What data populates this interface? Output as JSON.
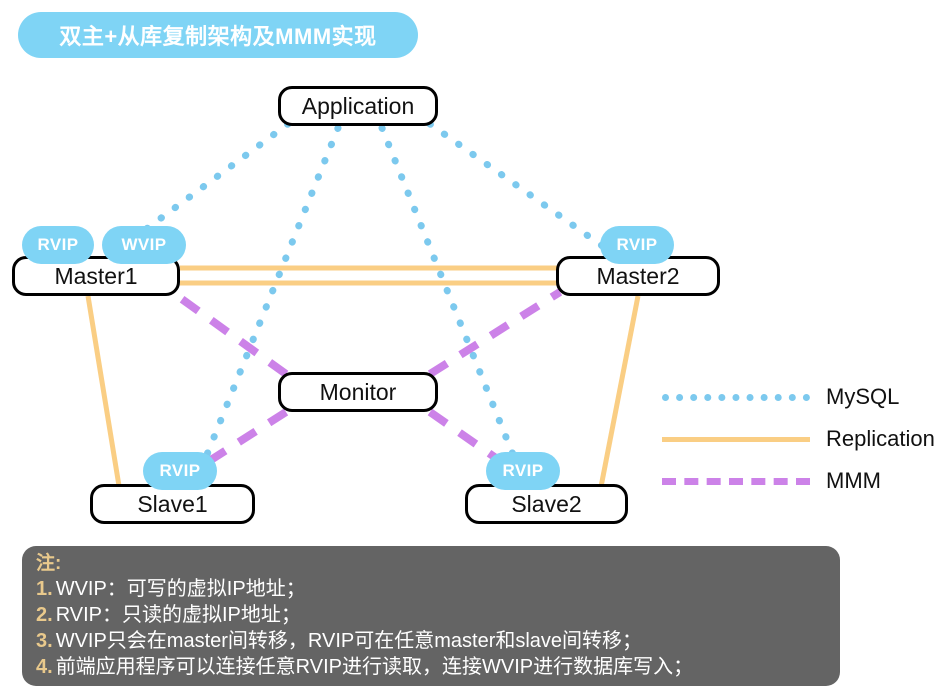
{
  "banner": {
    "title": "双主+从库复制架构及MMM实现",
    "background": "#7fd4f5",
    "text_color": "#ffffff"
  },
  "nodes": {
    "application": {
      "label": "Application"
    },
    "master1": {
      "label": "Master1"
    },
    "master2": {
      "label": "Master2"
    },
    "monitor": {
      "label": "Monitor"
    },
    "slave1": {
      "label": "Slave1"
    },
    "slave2": {
      "label": "Slave2"
    }
  },
  "badges": {
    "master1_rvip": "RVIP",
    "master1_wvip": "WVIP",
    "master2_rvip": "RVIP",
    "slave1_rvip": "RVIP",
    "slave2_rvip": "RVIP",
    "color": "#7fd4f5"
  },
  "legend": {
    "items": [
      {
        "label": "MySQL",
        "style": "dotted",
        "color": "#7cc9ee"
      },
      {
        "label": "Replication",
        "style": "solid",
        "color": "#face84"
      },
      {
        "label": "MMM",
        "style": "dashed",
        "color": "#cc82e8"
      }
    ]
  },
  "note": {
    "background": "#646464",
    "accent_color": "#e9c98c",
    "heading": "注:",
    "items": [
      {
        "num": "1.",
        "text": "WVIP：可写的虚拟IP地址；"
      },
      {
        "num": "2.",
        "text": "RVIP：只读的虚拟IP地址；"
      },
      {
        "num": "3.",
        "text": "WVIP只会在master间转移，RVIP可在任意master和slave间转移；"
      },
      {
        "num": "4.",
        "text": "前端应用程序可以连接任意RVIP进行读取，连接WVIP进行数据库写入；"
      }
    ]
  },
  "edges": {
    "mysql_color": "#7cc9ee",
    "replication_color": "#face84",
    "mmm_color": "#cc82e8",
    "mysql_links": [
      "application-master1",
      "application-master2",
      "application-slave1",
      "application-slave2"
    ],
    "replication_links": [
      "master1-master2-top",
      "master1-master2-bottom",
      "master1-slave1",
      "master2-slave2"
    ],
    "mmm_links": [
      "monitor-master1",
      "monitor-master2",
      "monitor-slave1",
      "monitor-slave2"
    ]
  }
}
